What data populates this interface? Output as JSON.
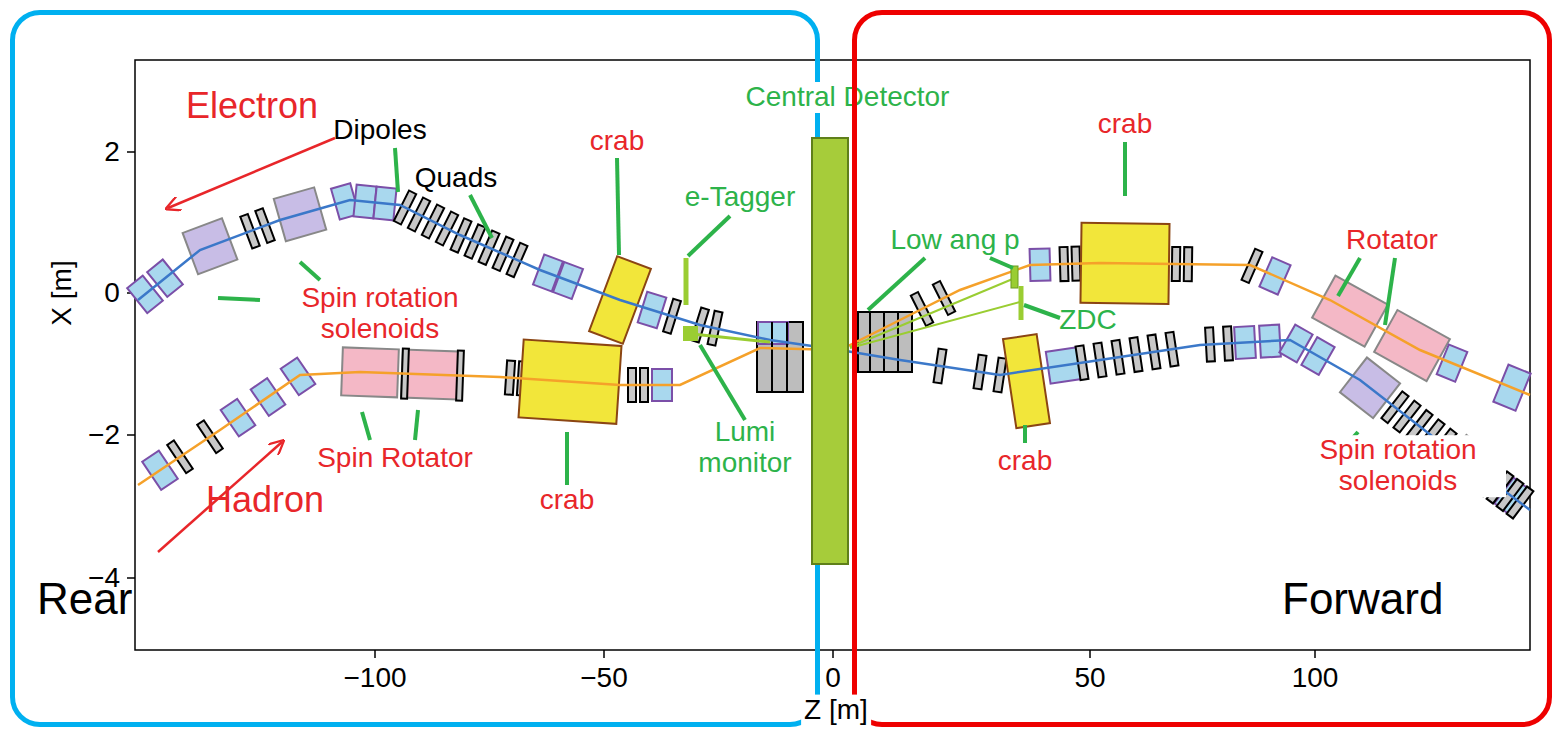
{
  "diagram": {
    "nodes": [
      {
        "text": [
          "Rear"
        ]
      },
      {
        "text": [
          "Central Detector"
        ]
      },
      {
        "text": [
          "Forward"
        ]
      }
    ],
    "labels": [
      "2",
      "0",
      "−2",
      "−4",
      "X [m]",
      "−100",
      "−50",
      "0",
      "50",
      "100",
      "Z [m]",
      "Electron",
      "Dipoles",
      "Quads",
      "crab",
      "e-Tagger",
      "Spin rotation solenoids",
      "Lumi monitor",
      "Spin Rotator",
      "Hadron",
      "crab",
      "Low ang p",
      "crab",
      "Rotator",
      "ZDC",
      "crab",
      "Spin rotation solenoids"
    ]
  }
}
